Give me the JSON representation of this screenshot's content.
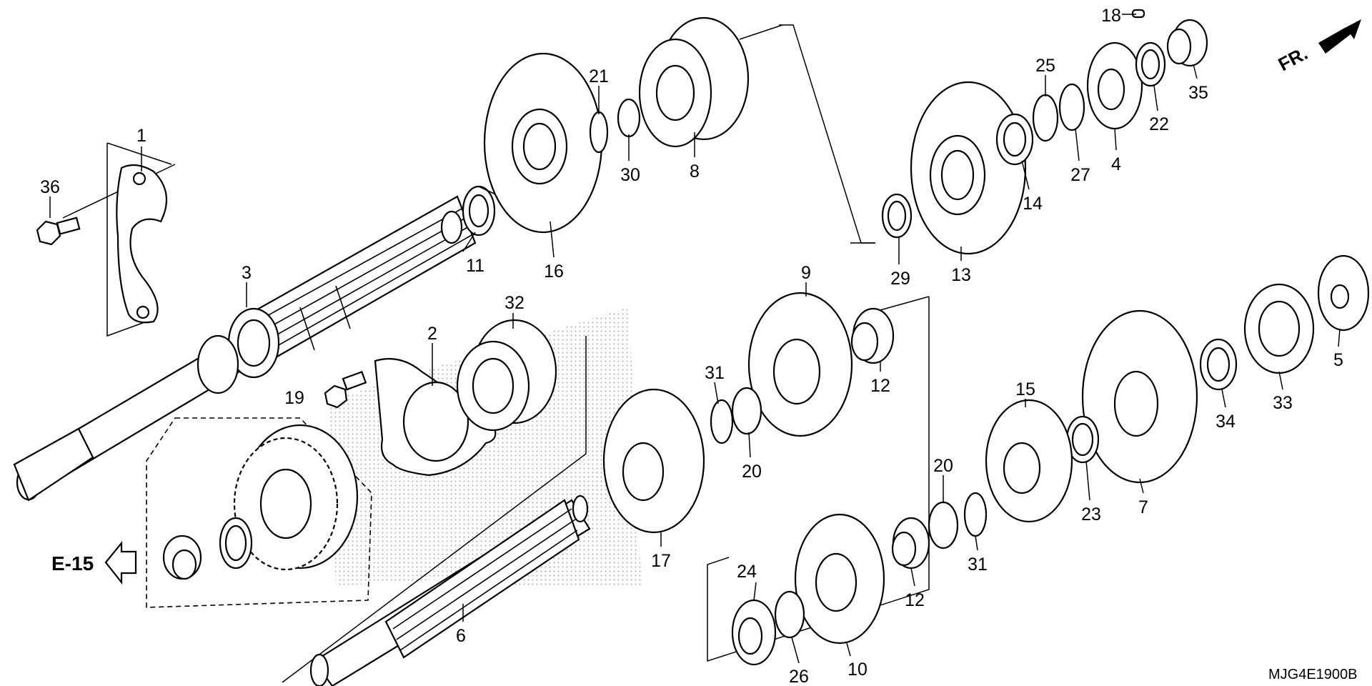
{
  "diagram": {
    "code": "MJG4E1900B",
    "direction_label": "FR.",
    "reference_label": "E-15",
    "callouts": [
      {
        "id": "c1",
        "label": "1"
      },
      {
        "id": "c2",
        "label": "2"
      },
      {
        "id": "c3",
        "label": "3"
      },
      {
        "id": "c4",
        "label": "4"
      },
      {
        "id": "c5",
        "label": "5"
      },
      {
        "id": "c6",
        "label": "6"
      },
      {
        "id": "c7",
        "label": "7"
      },
      {
        "id": "c8",
        "label": "8"
      },
      {
        "id": "c9",
        "label": "9"
      },
      {
        "id": "c10",
        "label": "10"
      },
      {
        "id": "c11",
        "label": "11"
      },
      {
        "id": "c12a",
        "label": "12"
      },
      {
        "id": "c12b",
        "label": "12"
      },
      {
        "id": "c13",
        "label": "13"
      },
      {
        "id": "c14",
        "label": "14"
      },
      {
        "id": "c15",
        "label": "15"
      },
      {
        "id": "c16",
        "label": "16"
      },
      {
        "id": "c17",
        "label": "17"
      },
      {
        "id": "c18",
        "label": "18"
      },
      {
        "id": "c19",
        "label": "19"
      },
      {
        "id": "c20a",
        "label": "20"
      },
      {
        "id": "c20b",
        "label": "20"
      },
      {
        "id": "c21",
        "label": "21"
      },
      {
        "id": "c22",
        "label": "22"
      },
      {
        "id": "c23",
        "label": "23"
      },
      {
        "id": "c24",
        "label": "24"
      },
      {
        "id": "c25",
        "label": "25"
      },
      {
        "id": "c26",
        "label": "26"
      },
      {
        "id": "c27",
        "label": "27"
      },
      {
        "id": "c29",
        "label": "29"
      },
      {
        "id": "c30",
        "label": "30"
      },
      {
        "id": "c31a",
        "label": "31"
      },
      {
        "id": "c31b",
        "label": "31"
      },
      {
        "id": "c32",
        "label": "32"
      },
      {
        "id": "c33",
        "label": "33"
      },
      {
        "id": "c34",
        "label": "34"
      },
      {
        "id": "c35",
        "label": "35"
      },
      {
        "id": "c36",
        "label": "36"
      }
    ]
  }
}
